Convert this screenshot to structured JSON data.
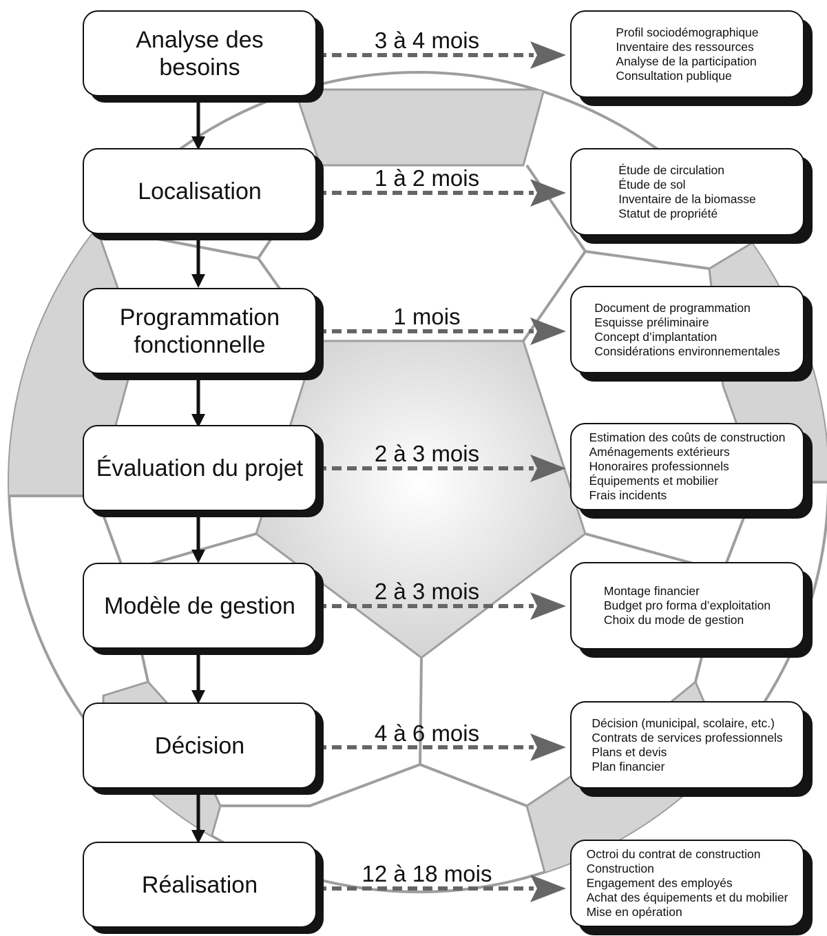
{
  "stages": [
    {
      "label": "Analyse des\nbesoins"
    },
    {
      "label": "Localisation"
    },
    {
      "label": "Programmation\nfonctionnelle"
    },
    {
      "label": "Évaluation du projet"
    },
    {
      "label": "Modèle de gestion"
    },
    {
      "label": "Décision"
    },
    {
      "label": "Réalisation"
    }
  ],
  "durations": [
    "3 à 4 mois",
    "1 à 2 mois",
    "1 mois",
    "2 à 3 mois",
    "2 à 3 mois",
    "4 à 6 mois",
    "12 à 18 mois"
  ],
  "details": [
    {
      "items": [
        "Profil sociodémographique",
        "Inventaire des ressources",
        "Analyse de la participation",
        "Consultation publique"
      ]
    },
    {
      "items": [
        "Étude de circulation",
        "Étude de sol",
        "Inventaire de la biomasse",
        "Statut de propriété"
      ]
    },
    {
      "items": [
        "Document de programmation",
        "Esquisse préliminaire",
        "Concept d’implantation",
        "Considérations environnementales"
      ]
    },
    {
      "items": [
        "Estimation des coûts de construction",
        "Aménagements extérieurs",
        "Honoraires professionnels",
        "Équipements et mobilier",
        "Frais incidents"
      ]
    },
    {
      "items": [
        "Montage financier",
        "Budget pro forma d’exploitation",
        "Choix du mode de gestion"
      ]
    },
    {
      "items": [
        "Décision (municipal, scolaire, etc.)",
        "Contrats de services professionnels",
        "Plans et devis",
        "Plan financier"
      ]
    },
    {
      "items": [
        "Octroi du contrat de construction",
        "Construction",
        "Engagement des employés",
        "Achat des équipements et du mobilier",
        "Mise en opération"
      ]
    }
  ],
  "colors": {
    "patch": "#d4d4d4",
    "seam": "#9e9e9e",
    "arrow_dashed": "#666666",
    "arrow_solid": "#111111",
    "shadow": "#141414"
  }
}
